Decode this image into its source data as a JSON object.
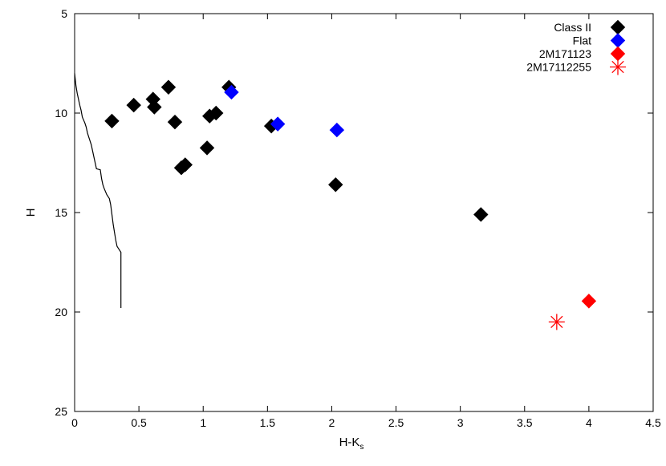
{
  "chart_data": {
    "type": "scatter",
    "title": "",
    "xlabel": "H-K",
    "xlabel_sub": "s",
    "ylabel": "H",
    "xlim": [
      0,
      4.5
    ],
    "ylim": [
      5,
      25
    ],
    "y_inverted": true,
    "x_ticks": [
      "0",
      "0.5",
      "1",
      "1.5",
      "2",
      "2.5",
      "3",
      "3.5",
      "4",
      "4.5"
    ],
    "x_tick_values": [
      0,
      0.5,
      1,
      1.5,
      2,
      2.5,
      3,
      3.5,
      4,
      4.5
    ],
    "y_ticks": [
      "5",
      "10",
      "15",
      "20",
      "25"
    ],
    "y_tick_values": [
      5,
      10,
      15,
      20,
      25
    ],
    "grid": false,
    "legend_position": "top-right",
    "series": [
      {
        "name": "Class II",
        "marker": "diamond",
        "color": "#000000",
        "points": [
          [
            0.29,
            10.4
          ],
          [
            0.46,
            9.6
          ],
          [
            0.61,
            9.3
          ],
          [
            0.62,
            9.7
          ],
          [
            0.73,
            8.7
          ],
          [
            0.78,
            10.45
          ],
          [
            0.83,
            12.75
          ],
          [
            0.86,
            12.6
          ],
          [
            1.03,
            11.75
          ],
          [
            1.05,
            10.15
          ],
          [
            1.1,
            10.0
          ],
          [
            1.2,
            8.7
          ],
          [
            1.53,
            10.65
          ],
          [
            2.03,
            13.6
          ],
          [
            3.16,
            15.1
          ]
        ]
      },
      {
        "name": "Flat",
        "marker": "diamond",
        "color": "#0000ff",
        "points": [
          [
            1.22,
            8.95
          ],
          [
            1.58,
            10.55
          ],
          [
            2.04,
            10.85
          ]
        ]
      },
      {
        "name": "2M171123",
        "marker": "diamond",
        "color": "#ff0000",
        "points": [
          [
            4.0,
            19.45
          ]
        ]
      },
      {
        "name": "2M17112255",
        "marker": "asterisk",
        "color": "#ff0000",
        "points": [
          [
            3.75,
            20.5
          ]
        ]
      }
    ],
    "isochrone": {
      "color": "#000000",
      "points": [
        [
          0.0,
          8.0
        ],
        [
          0.01,
          8.6
        ],
        [
          0.02,
          9.0
        ],
        [
          0.03,
          9.3
        ],
        [
          0.04,
          9.6
        ],
        [
          0.05,
          9.85
        ],
        [
          0.06,
          10.2
        ],
        [
          0.08,
          10.5
        ],
        [
          0.09,
          10.7
        ],
        [
          0.1,
          11.0
        ],
        [
          0.11,
          11.2
        ],
        [
          0.12,
          11.4
        ],
        [
          0.13,
          11.6
        ],
        [
          0.14,
          11.9
        ],
        [
          0.15,
          12.2
        ],
        [
          0.16,
          12.5
        ],
        [
          0.17,
          12.8
        ],
        [
          0.2,
          12.85
        ],
        [
          0.21,
          13.3
        ],
        [
          0.22,
          13.6
        ],
        [
          0.23,
          13.8
        ],
        [
          0.25,
          14.1
        ],
        [
          0.27,
          14.3
        ],
        [
          0.28,
          14.6
        ],
        [
          0.29,
          15.1
        ],
        [
          0.3,
          15.6
        ],
        [
          0.31,
          16.0
        ],
        [
          0.32,
          16.4
        ],
        [
          0.33,
          16.7
        ],
        [
          0.35,
          16.9
        ],
        [
          0.36,
          17.0
        ],
        [
          0.36,
          19.8
        ]
      ]
    }
  }
}
